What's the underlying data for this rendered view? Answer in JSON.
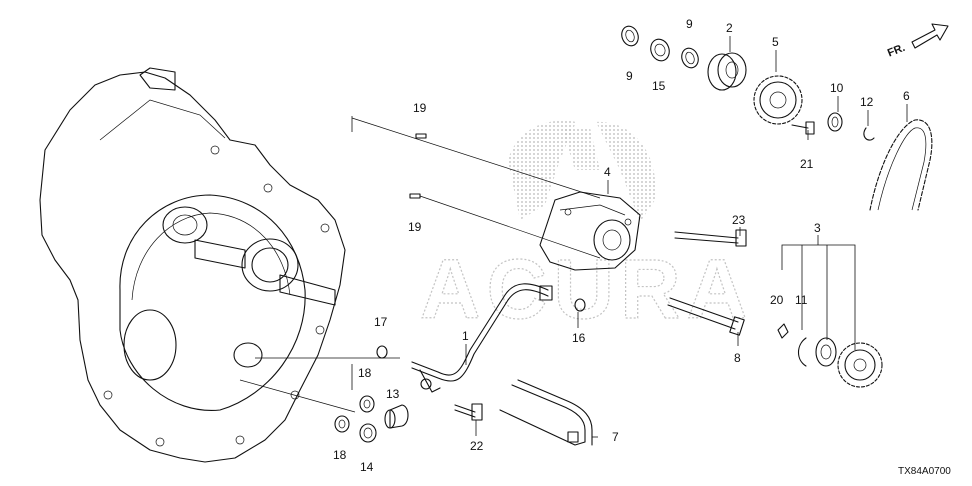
{
  "diagram": {
    "orientation_label": "FR.",
    "diagram_code": "TX84A0700",
    "watermark": "ACURA",
    "callouts": [
      {
        "id": "c-1",
        "label": "1"
      },
      {
        "id": "c-2",
        "label": "2"
      },
      {
        "id": "c-3",
        "label": "3"
      },
      {
        "id": "c-4",
        "label": "4"
      },
      {
        "id": "c-5",
        "label": "5"
      },
      {
        "id": "c-6",
        "label": "6"
      },
      {
        "id": "c-7",
        "label": "7"
      },
      {
        "id": "c-8",
        "label": "8"
      },
      {
        "id": "c-9a",
        "label": "9"
      },
      {
        "id": "c-9b",
        "label": "9"
      },
      {
        "id": "c-10",
        "label": "10"
      },
      {
        "id": "c-11",
        "label": "11"
      },
      {
        "id": "c-12",
        "label": "12"
      },
      {
        "id": "c-13",
        "label": "13"
      },
      {
        "id": "c-14",
        "label": "14"
      },
      {
        "id": "c-15",
        "label": "15"
      },
      {
        "id": "c-16",
        "label": "16"
      },
      {
        "id": "c-17",
        "label": "17"
      },
      {
        "id": "c-18a",
        "label": "18"
      },
      {
        "id": "c-18b",
        "label": "18"
      },
      {
        "id": "c-19a",
        "label": "19"
      },
      {
        "id": "c-19b",
        "label": "19"
      },
      {
        "id": "c-20",
        "label": "20"
      },
      {
        "id": "c-21",
        "label": "21"
      },
      {
        "id": "c-22",
        "label": "22"
      },
      {
        "id": "c-23",
        "label": "23"
      }
    ]
  }
}
